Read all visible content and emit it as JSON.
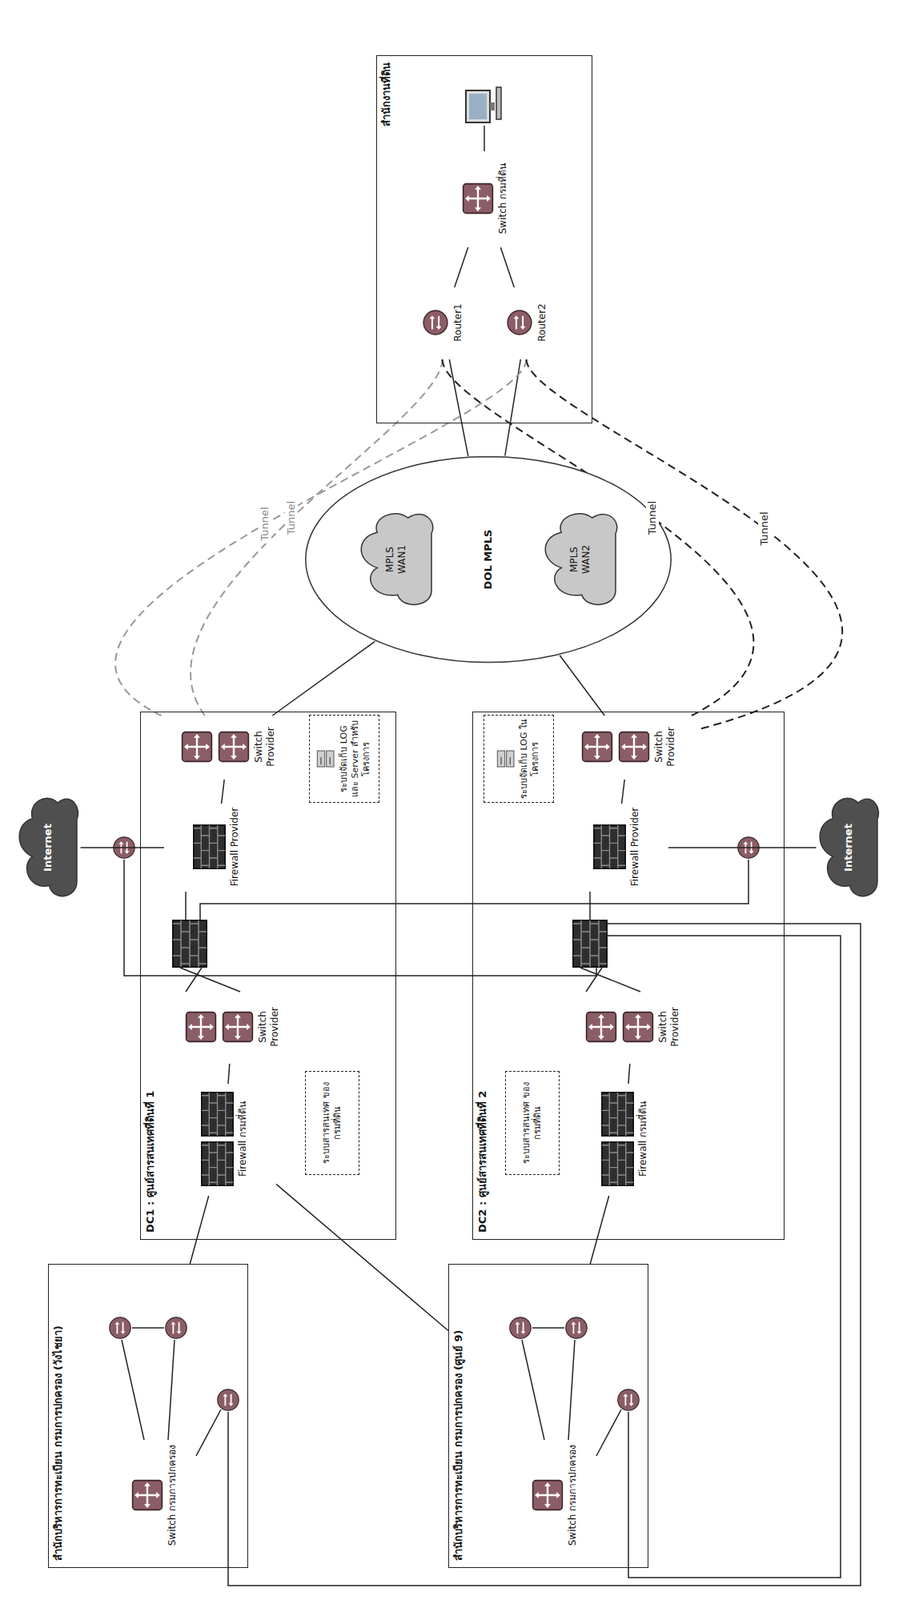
{
  "diagram": {
    "nodes": [
      {
        "text": [
          "สำนักงานที่ดิน"
        ]
      },
      {
        "text": [
          "Router1"
        ],
        "in": 0
      },
      {
        "text": [
          "Router2"
        ],
        "in": 0
      },
      {
        "text": [
          "Switch กรมที่ดิน"
        ],
        "in": 0
      },
      {
        "text": [
          "DOL MPLS"
        ]
      },
      {
        "text": [
          "MPLS",
          "WAN1"
        ],
        "in": 4
      },
      {
        "text": [
          "MPLS",
          "WAN2"
        ],
        "in": 4
      },
      {
        "text": [
          "Internet"
        ]
      },
      {
        "text": [
          "DC1 : ศูนย์สารสนเทศที่ดินที่ 1"
        ]
      },
      {
        "text": [
          "Switch Provider"
        ],
        "in": 8
      },
      {
        "text": [
          "ระบบจัดเก็บ LOG และ Server สำหรับโครงการ"
        ],
        "in": 8
      },
      {
        "text": [
          "Firewall Provider"
        ],
        "in": 8
      },
      {
        "text": [
          "Switch Provider"
        ],
        "in": 8
      },
      {
        "text": [
          "Firewall กรมที่ดิน"
        ],
        "in": 8
      },
      {
        "text": [
          "ระบบสารสนเทศ ของกรมที่ดิน"
        ],
        "in": 8
      },
      {
        "text": [
          "DC2 : ศูนย์สารสนเทศที่ดินที่ 2"
        ]
      },
      {
        "text": [
          "Switch Provider"
        ],
        "in": 15
      },
      {
        "text": [
          "ระบบจัดเก็บ LOG ในโครงการ"
        ],
        "in": 15
      },
      {
        "text": [
          "Firewall Provider"
        ],
        "in": 15
      },
      {
        "text": [
          "Switch Provider"
        ],
        "in": 15
      },
      {
        "text": [
          "Firewall กรมที่ดิน"
        ],
        "in": 15
      },
      {
        "text": [
          "ระบบสารสนเทศ ของกรมที่ดิน"
        ],
        "in": 15
      },
      {
        "text": [
          "Internet"
        ]
      },
      {
        "text": [
          "สำนักบริหารการทะเบียน กรมการปกครอง (วังไชยา)"
        ]
      },
      {
        "text": [
          "Switch กรมการปกครอง"
        ],
        "in": 23
      },
      {
        "text": [
          "สำนักบริหารการทะเบียน กรมการปกครอง (ศูนย์ 9)"
        ]
      },
      {
        "text": [
          "Switch กรมการปกครอง"
        ],
        "in": 25
      }
    ],
    "edges": [
      {
        "from": 1,
        "to": 4,
        "arrow": "none"
      },
      {
        "from": 2,
        "to": 4,
        "arrow": "none"
      },
      {
        "from": 1,
        "to": 3,
        "arrow": "none"
      },
      {
        "from": 2,
        "to": 3,
        "arrow": "none"
      },
      {
        "from": 1,
        "to": 9,
        "label": "Tunnel",
        "arrow": "none"
      },
      {
        "from": 2,
        "to": 9,
        "label": "Tunnel",
        "arrow": "none"
      },
      {
        "from": 1,
        "to": 16,
        "label": "Tunnel",
        "arrow": "none"
      },
      {
        "from": 2,
        "to": 16,
        "label": "Tunnel",
        "arrow": "none"
      },
      {
        "from": 4,
        "to": 9,
        "arrow": "none"
      },
      {
        "from": 4,
        "to": 16,
        "arrow": "none"
      },
      {
        "from": 7,
        "to": 11,
        "arrow": "none"
      },
      {
        "from": 9,
        "to": 11,
        "arrow": "none"
      },
      {
        "from": 12,
        "to": 13,
        "arrow": "none"
      },
      {
        "from": 22,
        "to": 18,
        "arrow": "none"
      },
      {
        "from": 16,
        "to": 18,
        "arrow": "none"
      },
      {
        "from": 19,
        "to": 20,
        "arrow": "none"
      },
      {
        "from": 13,
        "to": 23,
        "arrow": "none"
      },
      {
        "from": 13,
        "to": 25,
        "arrow": "none"
      },
      {
        "from": 20,
        "to": 25,
        "arrow": "none"
      }
    ]
  }
}
